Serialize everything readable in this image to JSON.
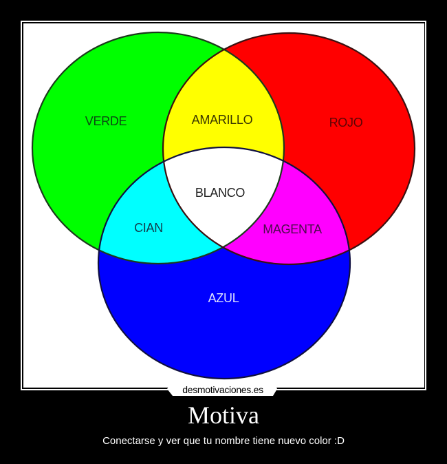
{
  "poster": {
    "diagram": {
      "type": "venn",
      "labels": {
        "verde": "VERDE",
        "amarillo": "AMARILLO",
        "rojo": "ROJO",
        "blanco": "BLANCO",
        "cian": "CIAN",
        "magenta": "MAGENTA",
        "azul": "AZUL"
      },
      "colors": {
        "verde": "#00ff00",
        "rojo": "#ff0000",
        "azul": "#0000ff",
        "amarillo": "#ffff00",
        "cian": "#00ffff",
        "magenta": "#ff00ff",
        "blanco": "#ffffff",
        "background": "#ffffff",
        "outline": "#1a2a1a"
      }
    },
    "watermark": "desmotivaciones.es"
  },
  "caption": {
    "title": "Motiva",
    "subtitle": "Conectarse y ver que tu nombre tiene nuevo color :D"
  }
}
